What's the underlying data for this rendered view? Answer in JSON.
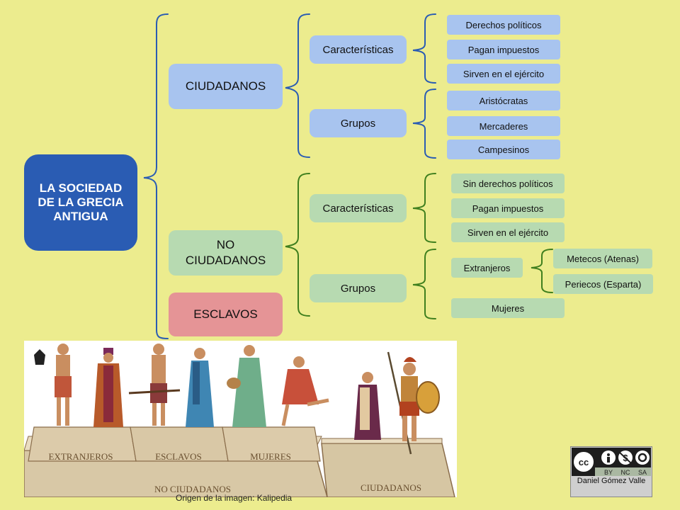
{
  "root": {
    "title": "LA SOCIEDAD DE LA GRECIA ANTIGUA"
  },
  "ciudadanos": {
    "label": "CIUDADANOS",
    "caracteristicas": {
      "label": "Características",
      "items": [
        "Derechos políticos",
        "Pagan impuestos",
        "Sirven en el ejército"
      ]
    },
    "grupos": {
      "label": "Grupos",
      "items": [
        "Aristócratas",
        "Mercaderes",
        "Campesinos"
      ]
    }
  },
  "no_ciudadanos": {
    "label": "NO CIUDADANOS",
    "caracteristicas": {
      "label": "Características",
      "items": [
        "Sin derechos políticos",
        "Pagan impuestos",
        "Sirven en el ejército"
      ]
    },
    "grupos": {
      "label": "Grupos",
      "extranjeros": {
        "label": "Extranjeros",
        "items": [
          "Metecos (Atenas)",
          "Periecos (Esparta)"
        ]
      },
      "mujeres": "Mujeres"
    }
  },
  "esclavos": {
    "label": "ESCLAVOS"
  },
  "illustration": {
    "plinth_labels": [
      "EXTRANJEROS",
      "ESCLAVOS",
      "MUJERES",
      "NO CIUDADANOS",
      "CIUDADANOS"
    ],
    "caption": "Origen de la imagen: Kalipedia"
  },
  "license": {
    "badge": [
      "cc",
      "BY",
      "NC",
      "SA"
    ],
    "author": "Daniel Gómez Valle"
  },
  "colors": {
    "background": "#ecec8e",
    "root": "#2a5cb3",
    "ciudadanos": "#a8c4ef",
    "no_ciudadanos": "#b7dab1",
    "esclavos": "#e59496",
    "blue_bracket": "#2a5cb3",
    "green_bracket": "#3f7f1e"
  }
}
